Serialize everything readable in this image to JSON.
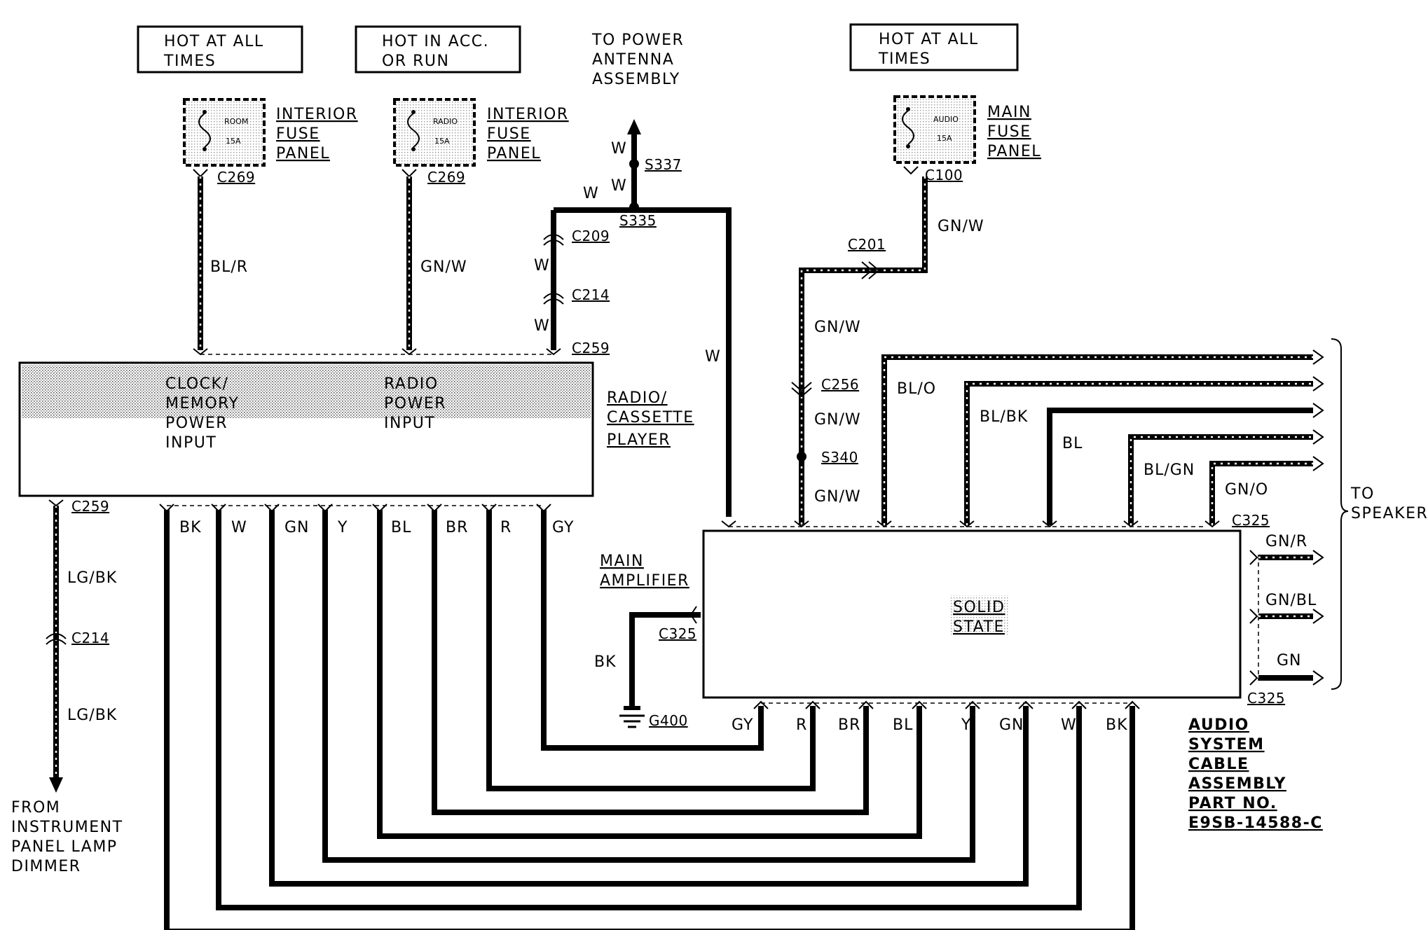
{
  "sources": [
    {
      "line1": "HOT AT ALL",
      "line2": "TIMES"
    },
    {
      "line1": "HOT IN ACC.",
      "line2": "OR RUN"
    },
    {
      "line1": "HOT AT ALL",
      "line2": "TIMES"
    }
  ],
  "power_antenna": [
    "TO POWER",
    "ANTENNA",
    "ASSEMBLY"
  ],
  "fuses": [
    {
      "name_l1": "ROOM",
      "name_l2": "15A",
      "panel": [
        "INTERIOR",
        "FUSE",
        "PANEL"
      ],
      "connector": "C269"
    },
    {
      "name_l1": "RADIO",
      "name_l2": "15A",
      "panel": [
        "INTERIOR",
        "FUSE",
        "PANEL"
      ],
      "connector": "C269"
    },
    {
      "name_l1": "AUDIO",
      "name_l2": "15A",
      "panel": [
        "MAIN",
        "FUSE",
        "PANEL"
      ],
      "connector": "C100"
    }
  ],
  "connectors": {
    "c209": "C209",
    "c214": "C214",
    "c259": "C259",
    "c259_left": "C259",
    "c214_left": "C214",
    "c201": "C201",
    "c256": "C256",
    "c325_top": "C325",
    "c325_amp": "C325",
    "c325_right": "C325",
    "s335": "S335",
    "s337": "S337",
    "s340": "S340",
    "g400": "G400"
  },
  "wire_colors": {
    "bl_r": "BL/R",
    "gn_w_radio": "GN/W",
    "w_antenna_1": "W",
    "w_antenna_2": "W",
    "w_antenna_3": "W",
    "w_drop_1": "W",
    "w_drop_2": "W",
    "w_amp": "W",
    "gn_w_main": "GN/W",
    "gn_w_2": "GN/W",
    "gn_w_3": "GN/W",
    "gn_w_4": "GN/W",
    "lg_bk_1": "LG/BK",
    "lg_bk_2": "LG/BK",
    "bk_ground": "BK"
  },
  "radio": {
    "clock": [
      "CLOCK/",
      "MEMORY",
      "POWER",
      "INPUT"
    ],
    "power": [
      "RADIO",
      "POWER",
      "INPUT"
    ],
    "name": [
      "RADIO/",
      "CASSETTE",
      "PLAYER"
    ]
  },
  "cable_wires": [
    "BK",
    "W",
    "GN",
    "Y",
    "BL",
    "BR",
    "R",
    "GY"
  ],
  "amp_wires": [
    "GY",
    "R",
    "BR",
    "BL",
    "Y",
    "GN",
    "W",
    "BK"
  ],
  "amplifier": {
    "label": [
      "MAIN",
      "AMPLIFIER"
    ],
    "body": [
      "SOLID",
      "STATE"
    ]
  },
  "speakers_top": [
    "BL/O",
    "BL/BK",
    "BL",
    "BL/GN",
    "GN/O"
  ],
  "speakers_right": [
    "GN/R",
    "GN/BL",
    "GN"
  ],
  "to_speakers": [
    "TO",
    "SPEAKERS"
  ],
  "dimmer": [
    "FROM",
    "INSTRUMENT",
    "PANEL LAMP",
    "DIMMER"
  ],
  "cable_assembly": [
    "AUDIO",
    "SYSTEM",
    "CABLE",
    "ASSEMBLY",
    "PART NO.",
    "E9SB-14588-C"
  ]
}
